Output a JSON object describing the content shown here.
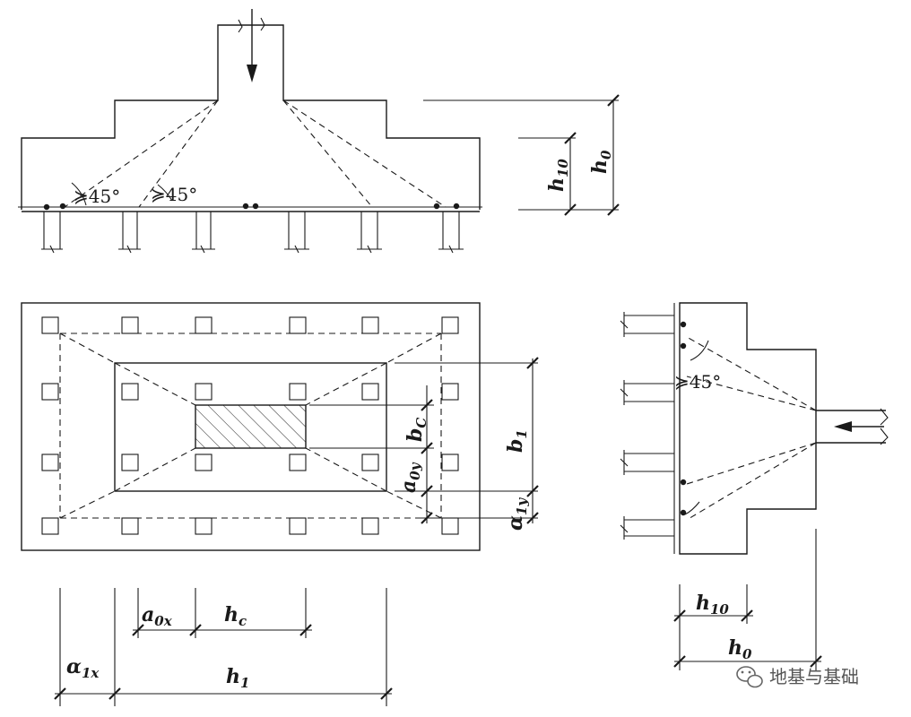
{
  "colors": {
    "line": "#1a1a1a",
    "watermark": "#555555"
  },
  "labels": {
    "angle_45": "≽45°",
    "h10": {
      "main": "h",
      "sub": "10"
    },
    "h0": {
      "main": "h",
      "sub": "0"
    },
    "bc": {
      "main": "b",
      "sub": "C"
    },
    "b1": {
      "main": "b",
      "sub": "1"
    },
    "a0y": {
      "main": "a",
      "sub": "0y"
    },
    "a1y": {
      "main": "α",
      "sub": "1y"
    },
    "a0x": {
      "main": "a",
      "sub": "0x"
    },
    "hc": {
      "main": "h",
      "sub": "c"
    },
    "a1x": {
      "main": "α",
      "sub": "1x"
    },
    "h1": {
      "main": "h",
      "sub": "1"
    }
  },
  "watermark": {
    "icon": "wechat-icon",
    "text": "地基与基础"
  }
}
